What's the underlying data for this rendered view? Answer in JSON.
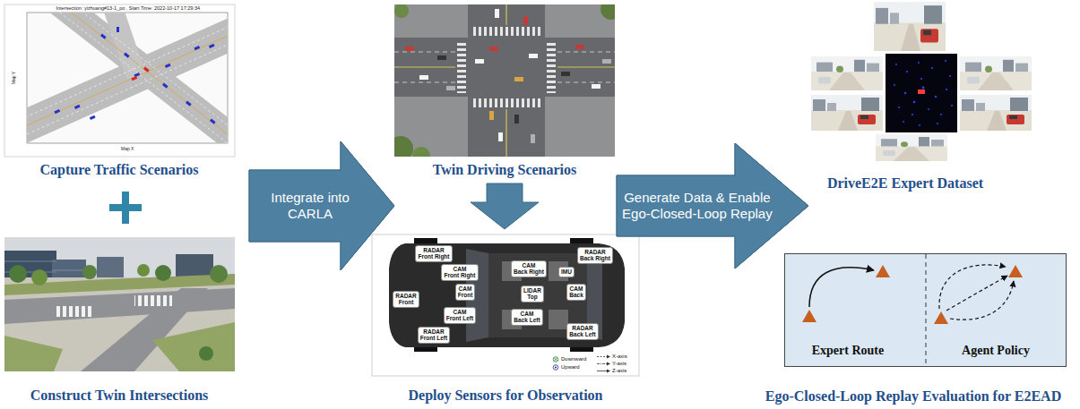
{
  "diagram": {
    "nodes": [
      {
        "text": [
          "Capture Traffic Scenarios"
        ]
      },
      {
        "text": [
          "Construct Twin Intersections"
        ]
      },
      {
        "text": [
          "Twin Driving Scenarios"
        ]
      },
      {
        "text": [
          "Deploy Sensors for Observation"
        ]
      },
      {
        "text": [
          "RADAR",
          "Front Right"
        ],
        "in": 3
      },
      {
        "text": [
          "CAM",
          "Front Right"
        ],
        "in": 3
      },
      {
        "text": [
          "CAM",
          "Back Right"
        ],
        "in": 3
      },
      {
        "text": [
          "RADAR",
          "Back Right"
        ],
        "in": 3
      },
      {
        "text": [
          "CAM",
          "Front"
        ],
        "in": 3
      },
      {
        "text": [
          "LIDAR",
          "Top"
        ],
        "in": 3
      },
      {
        "text": [
          "CAM",
          "Back"
        ],
        "in": 3
      },
      {
        "text": [
          "IMU"
        ],
        "in": 3
      },
      {
        "text": [
          "RADAR",
          "Front"
        ],
        "in": 3
      },
      {
        "text": [
          "CAM",
          "Front Left"
        ],
        "in": 3
      },
      {
        "text": [
          "CAM",
          "Back Left"
        ],
        "in": 3
      },
      {
        "text": [
          "RADAR",
          "Front Left"
        ],
        "in": 3
      },
      {
        "text": [
          "RADAR",
          "Back Left"
        ],
        "in": 3
      },
      {
        "text": [
          "DriveE2E Expert Dataset"
        ]
      },
      {
        "text": [
          "Expert Route",
          "Agent Policy",
          "Ego-Closed-Loop Replay Evaluation for E2EAD"
        ]
      }
    ],
    "edges": [
      {
        "from": 0,
        "to": 2,
        "arrow": "to",
        "label": "Integrate into CARLA"
      },
      {
        "from": 1,
        "to": 2,
        "arrow": "to"
      },
      {
        "from": 2,
        "to": 3,
        "arrow": "to"
      },
      {
        "from": 2,
        "to": 17,
        "arrow": "to",
        "label": "Generate Data & Enable Ego-Closed-Loop Replay"
      },
      {
        "from": 2,
        "to": 18,
        "arrow": "to"
      }
    ],
    "labels": [
      "Intersection: yizhuang#13-1_po , Start Time: 2022-10-17 17:29:34",
      "Map X",
      "Map Y"
    ],
    "legend": [
      {
        "text": "Downward"
      },
      {
        "text": "Upward"
      },
      {
        "text": "X-axis"
      },
      {
        "text": "Y-axis"
      },
      {
        "text": "Z-axis"
      }
    ]
  }
}
